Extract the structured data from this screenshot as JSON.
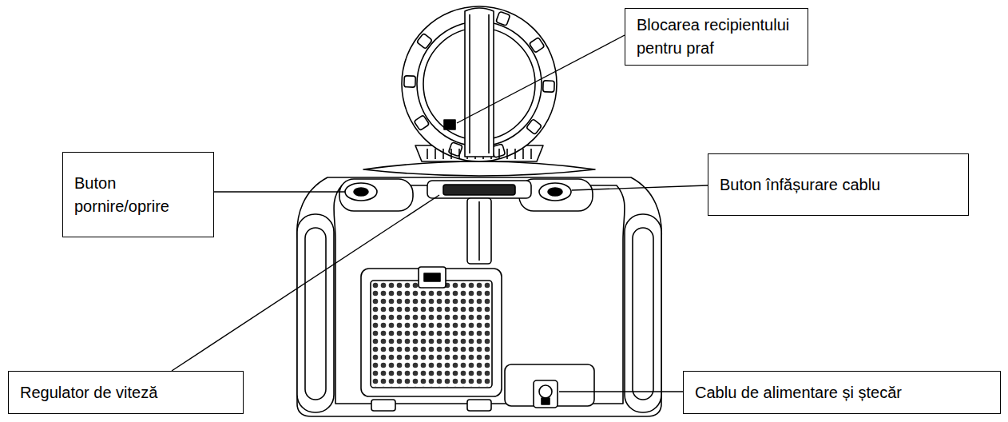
{
  "diagram": {
    "nodes": [
      {
        "text": [
          "Blocarea recipientului pentru praf"
        ]
      },
      {
        "text": [
          "Buton pornire/oprire"
        ]
      },
      {
        "text": [
          "Buton înfășurare cablu"
        ]
      },
      {
        "text": [
          "Regulator de viteză"
        ]
      },
      {
        "text": [
          "Cablu de alimentare și ștecăr"
        ]
      }
    ]
  }
}
